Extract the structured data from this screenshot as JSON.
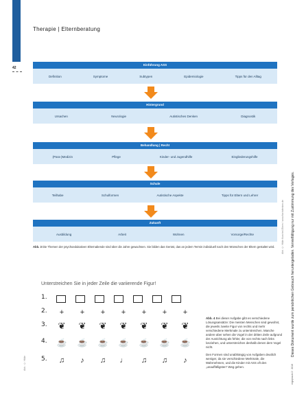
{
  "header": {
    "title": "Therapie | Elternberatung"
  },
  "page_number": "42",
  "diagram": {
    "blocks": [
      {
        "title": "Einführung ASS",
        "items": [
          "Definition",
          "Symptome",
          "Subtypen",
          "Epidemiologie",
          "Tipps für den Alltag"
        ]
      },
      {
        "title": "Hintergrund",
        "items": [
          "Ursachen",
          "Neurologie",
          "Autistisches Denken",
          "Diagnostik"
        ]
      },
      {
        "title": "Behandlung | Recht",
        "items": [
          "(Para-)Medizin",
          "Pflege",
          "Kinder- und Jugendhilfe",
          "Eingliederungshilfe"
        ]
      },
      {
        "title": "Schule",
        "items": [
          "Teilhabe",
          "Schulformen",
          "Autistische Aspekte",
          "Tipps für Eltern und Lehrer"
        ]
      },
      {
        "title": "Zukunft",
        "items": [
          "Ausbildung",
          "Arbeit",
          "Wohnen",
          "Vorsorge/Rechte"
        ]
      }
    ]
  },
  "caption1": {
    "label": "Abb. 3",
    "text": "Die Themen der psychoedukativen Elternabende sind über die Jahre gewachsen. Sie bilden das Gerüst, das an jedem Termin individuell nach den Wünschen der Eltern gestaltet wird."
  },
  "side_credit": "Abb. © Hilde Kuschel-Ebers / www.fachdenken.de",
  "side_notice": "Dieses Dokument wurde zum persönlichen Gebrauch heruntergeladen. Vervielfältigung nur mit Zustimmung des Verlages.",
  "side_small": "ergopraxis 2 · 2016",
  "left_credit": "Abb.: © Hilde",
  "task": {
    "title": "Unterstreichen Sie in jeder Zeile die variierende Figur!",
    "rows": [
      {
        "num": "1.",
        "items": [
          "□",
          "□",
          "□",
          "□",
          "□",
          "□",
          "□"
        ]
      },
      {
        "num": "2.",
        "items": [
          "+",
          "+",
          "+",
          "+",
          "+",
          "+",
          "+"
        ]
      },
      {
        "num": "3.",
        "items": [
          "❦",
          "❦",
          "❦",
          "❦",
          "❦",
          "❦",
          "❦"
        ]
      },
      {
        "num": "4.",
        "items": [
          "☕",
          "☕",
          "☕",
          "☕",
          "☕",
          "☕",
          "☕"
        ]
      },
      {
        "num": "5.",
        "items": [
          "♫",
          "♪",
          "♫",
          "♩",
          "♫",
          "♫",
          "♪"
        ]
      }
    ]
  },
  "caption2": {
    "label": "Abb. 4",
    "text": "Bei dieser Aufgabe gibt es verschiedene Lösungsansätze: Die meisten Menschen sind gewohnt, die jeweils zweite Figur von rechts und mehr verschiedene Merkmale zu unterstreichen. Manche andere aber sehen die Vogel in der dritten Zeile aufgrund der Ausrichtung als fehler, die von rechts nach links losziehen, und unterstreichen deshalb denen dem Vogel nicht.",
    "text2": "Den Formen sind unabhängig von Aufgaben deutlich weniger, da sie verschiedene Merkmale, die Wahrnehmen, und die Kinder mit ASS oft den „unauffälligsten“ Weg gehen."
  },
  "colors": {
    "accent_blue": "#1f73c1",
    "light_blue": "#d8e9f7",
    "arrow_orange": "#f28a1c",
    "bar_blue": "#1f5e9e"
  }
}
